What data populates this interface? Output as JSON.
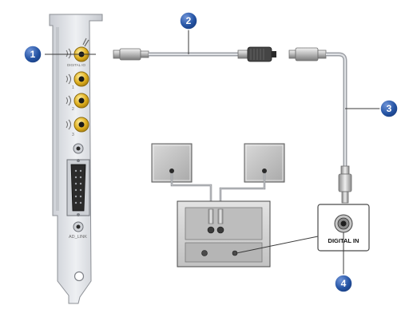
{
  "card": {
    "port_label_digital": "DIGITAL IO",
    "port_label_1": "1",
    "port_label_2": "2",
    "port_label_3": "3",
    "connector_label": "AD_LINK"
  },
  "device": {
    "jack_label": "DIGITAL IN"
  },
  "callouts": [
    {
      "number": "1"
    },
    {
      "number": "2"
    },
    {
      "number": "3"
    },
    {
      "number": "4"
    }
  ],
  "colors": {
    "callout_fill": "#2554a4",
    "jack_gold": "#e0b020",
    "bracket": "#d8dadf",
    "cable": "#b9bcc2"
  }
}
